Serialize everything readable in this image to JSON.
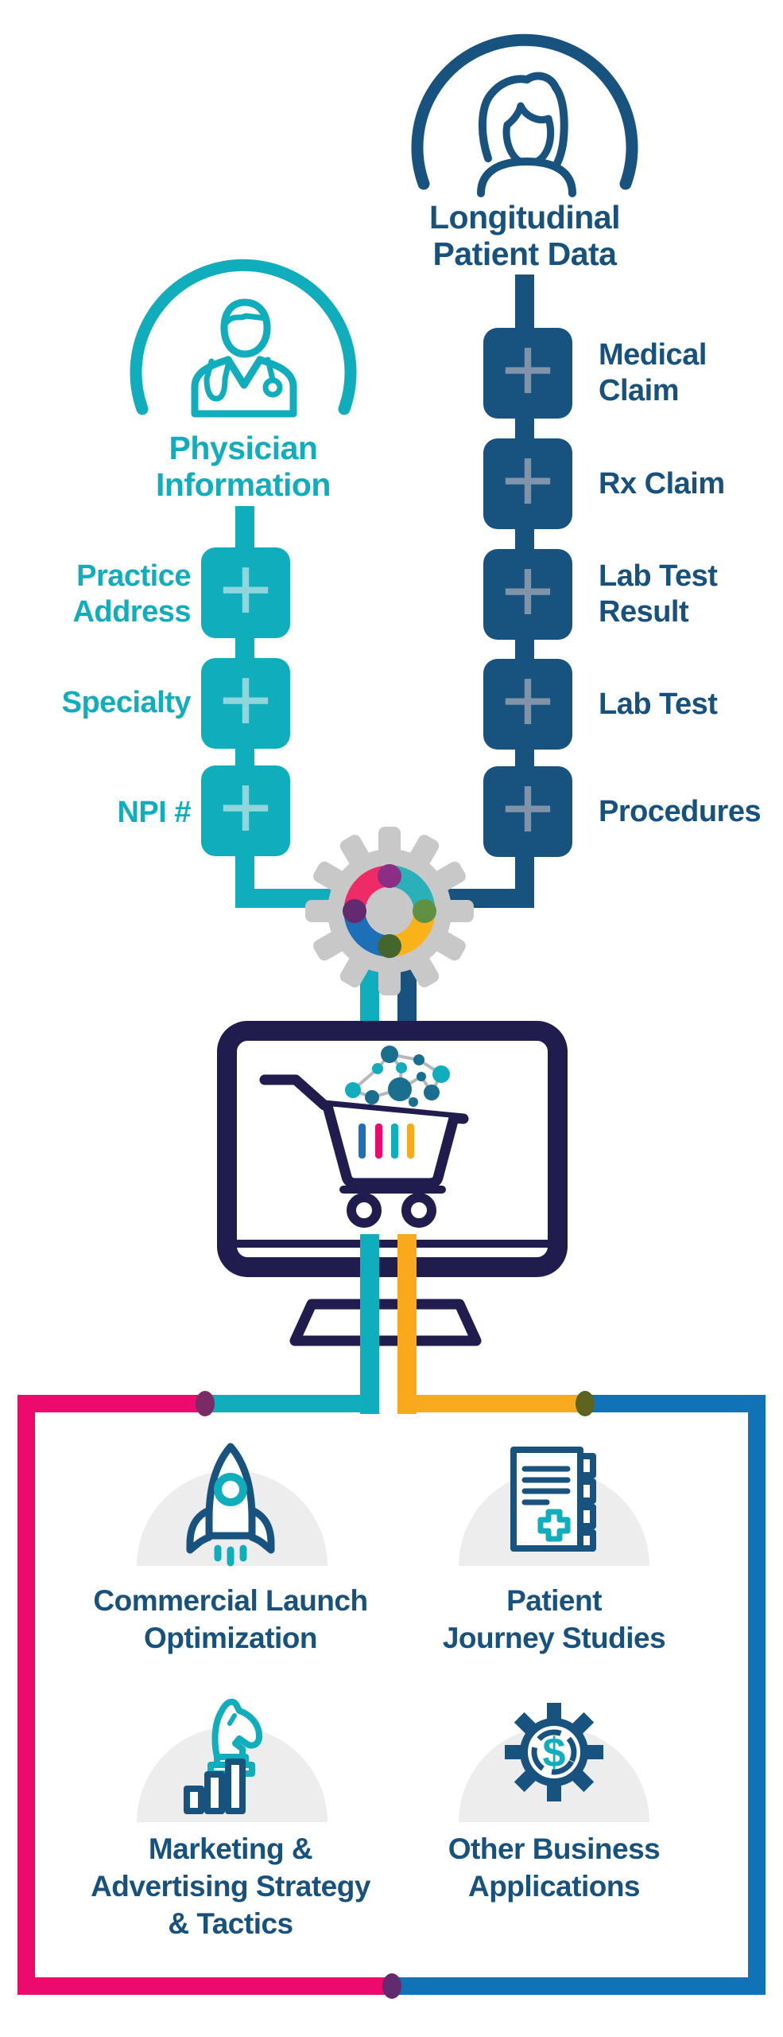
{
  "palette": {
    "teal": "#10adbd",
    "teal_light": "#8fd6dc",
    "navy": "#18537f",
    "navy_light": "#8093a9",
    "text_navy": "#17517e",
    "indigo": "#211c4e",
    "pink": "#ec0a6d",
    "amber": "#f9a91c",
    "blue": "#1173b7",
    "gear_gray": "#c8c8c8",
    "dome_gray": "#ededed",
    "donut_pink": "#ee2a67",
    "donut_teal": "#29b0b9",
    "donut_blue": "#1d70b7",
    "donut_amber": "#f9b319",
    "dot_purple": "#8c2e86",
    "dot_plum": "#642a70",
    "dot_green": "#5f9140",
    "dot_olive": "#45652f",
    "junction_plum": "#7b2a66",
    "junction_olive": "#5c641f",
    "molecule_petrol": "#1a6e8e",
    "molecule_line": "#b4b7bb"
  },
  "icons": {
    "plus_icon": "+",
    "dollar_icon": "$"
  },
  "patient": {
    "title": "Longitudinal Patient Data",
    "title_lines": [
      "Longitudinal",
      "Patient Data"
    ],
    "items": [
      {
        "label": "Medical Claim",
        "lines": [
          "Medical",
          "Claim"
        ]
      },
      {
        "label": "Rx Claim",
        "lines": [
          "Rx Claim"
        ]
      },
      {
        "label": "Lab Test Result",
        "lines": [
          "Lab Test",
          "Result"
        ]
      },
      {
        "label": "Lab Test",
        "lines": [
          "Lab Test"
        ]
      },
      {
        "label": "Procedures",
        "lines": [
          "Procedures"
        ]
      }
    ]
  },
  "physician": {
    "title": "Physician Information",
    "title_lines": [
      "Physician",
      "Information"
    ],
    "items": [
      {
        "label": "Practice Address",
        "lines": [
          "Practice",
          "Address"
        ]
      },
      {
        "label": "Specialty",
        "lines": [
          "Specialty"
        ]
      },
      {
        "label": "NPI #",
        "lines": [
          "NPI #"
        ]
      }
    ]
  },
  "applications": [
    {
      "name": "commercial-launch-optimization",
      "icon": "rocket-icon",
      "label": "Commercial Launch Optimization",
      "lines": [
        "Commercial Launch",
        "Optimization"
      ]
    },
    {
      "name": "patient-journey-studies",
      "icon": "journal-icon",
      "label": "Patient Journey Studies",
      "lines": [
        "Patient",
        "Journey Studies"
      ]
    },
    {
      "name": "marketing-advertising-strategy-tactics",
      "icon": "chess-knight-chart-icon",
      "label": "Marketing & Advertising Strategy & Tactics",
      "lines": [
        "Marketing &",
        "Advertising Strategy",
        "& Tactics"
      ]
    },
    {
      "name": "other-business-applications",
      "icon": "gear-dollar-icon",
      "label": "Other Business Applications",
      "lines": [
        "Other Business",
        "Applications"
      ]
    }
  ]
}
